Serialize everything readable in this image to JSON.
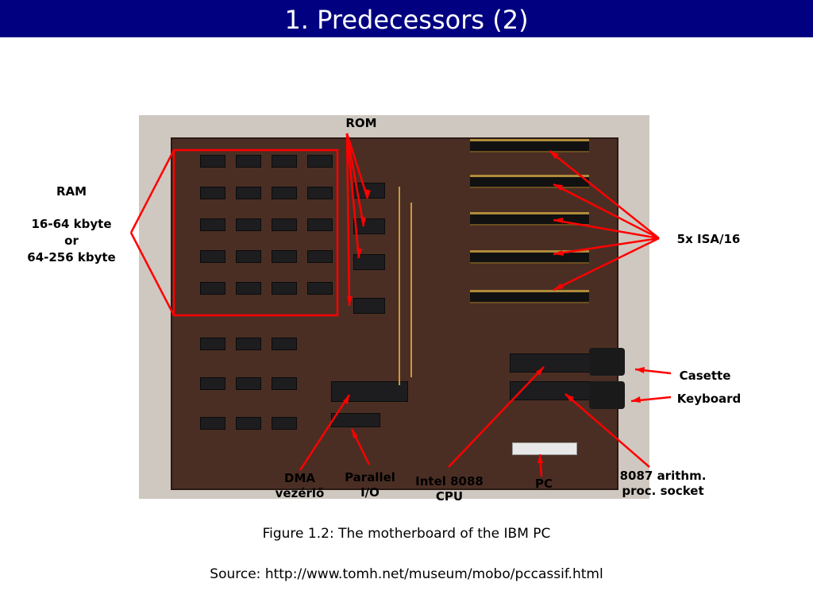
{
  "slide": {
    "title": "1. Predecessors (2)"
  },
  "labels": {
    "rom": "ROM",
    "ram_title": "RAM",
    "ram_size_1": "16-64 kbyte",
    "ram_or": "or",
    "ram_size_2": "64-256 kbyte",
    "isa": "5x ISA/16",
    "casette": "Casette",
    "keyboard": "Keyboard",
    "dma": "DMA\nvezérlő",
    "parallel": "Parallel\nI/O",
    "cpu": "Intel 8088\nCPU",
    "pc": "PC",
    "fpu": "8087 arithm.\nproc. socket"
  },
  "captions": {
    "figure": "Figure 1.2: The motherboard of the IBM PC",
    "source": "Source: http://www.tomh.net/museum/mobo/pccassif.html"
  },
  "colors": {
    "title_bg": "#000080",
    "annotation": "#ff0000"
  }
}
